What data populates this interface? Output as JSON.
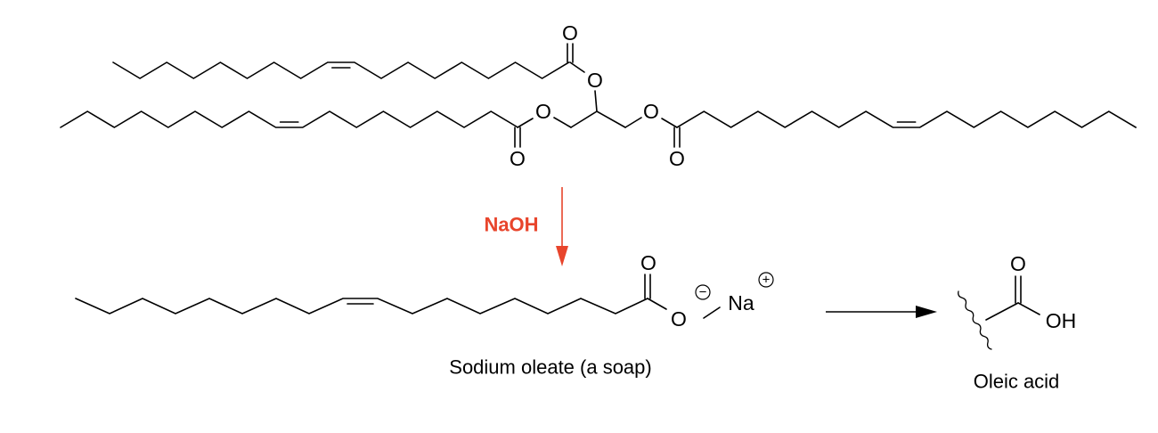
{
  "colors": {
    "reagent": "#e8452c",
    "ink": "#000000"
  },
  "triglyceride": {
    "top_carbonyl_o": "O",
    "top_ester_o": "O",
    "left_ester_o": "O",
    "right_ester_o": "O",
    "left_carbonyl_o": "O",
    "right_carbonyl_o": "O"
  },
  "reagent": {
    "label": "NaOH"
  },
  "soap": {
    "carbonyl_o": "O",
    "anion_o": "O",
    "minus": "−",
    "sodium": "Na",
    "plus": "+",
    "caption": "Sodium oleate (a soap)"
  },
  "acid": {
    "carbonyl_o": "O",
    "hydroxyl": "OH",
    "caption": "Oleic acid"
  }
}
